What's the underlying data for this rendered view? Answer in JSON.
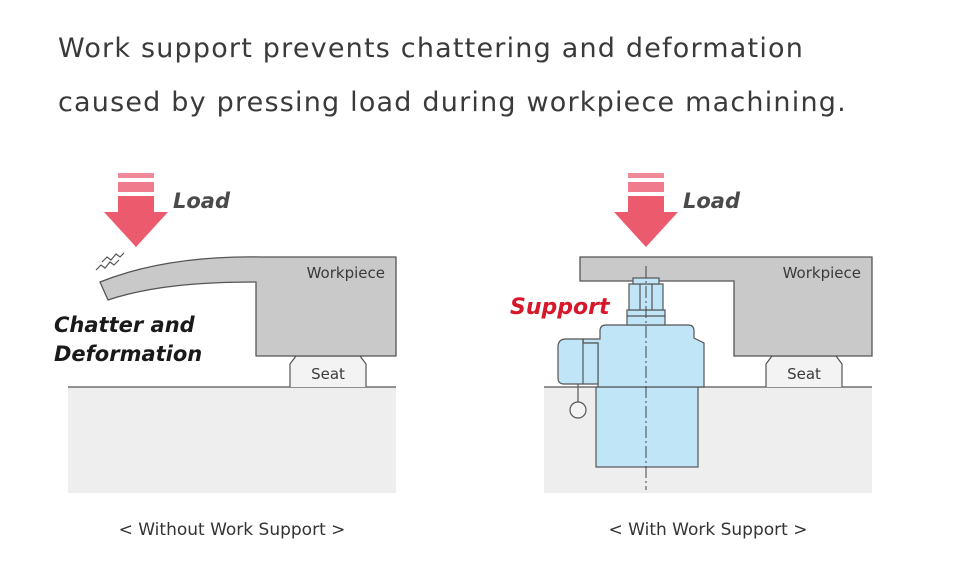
{
  "header": {
    "title_line1": "Work support prevents chattering and deformation",
    "title_line2": "caused by pressing load during workpiece machining."
  },
  "left_panel": {
    "load_label": "Load",
    "workpiece_label": "Workpiece",
    "seat_label": "Seat",
    "chatter_line1": "Chatter and",
    "chatter_line2": "Deformation",
    "caption": "< Without Work Support >"
  },
  "right_panel": {
    "load_label": "Load",
    "workpiece_label": "Workpiece",
    "seat_label": "Seat",
    "support_label": "Support",
    "caption": "< With Work Support >"
  },
  "colors": {
    "arrow": "#ec5a6e",
    "arrow_light": "#f08a98",
    "base": "#eeeeee",
    "workpiece": "#c9c9c9",
    "seat": "#f3f3f3",
    "support_body": "#bfe5f7",
    "support_label": "#d7182a"
  }
}
